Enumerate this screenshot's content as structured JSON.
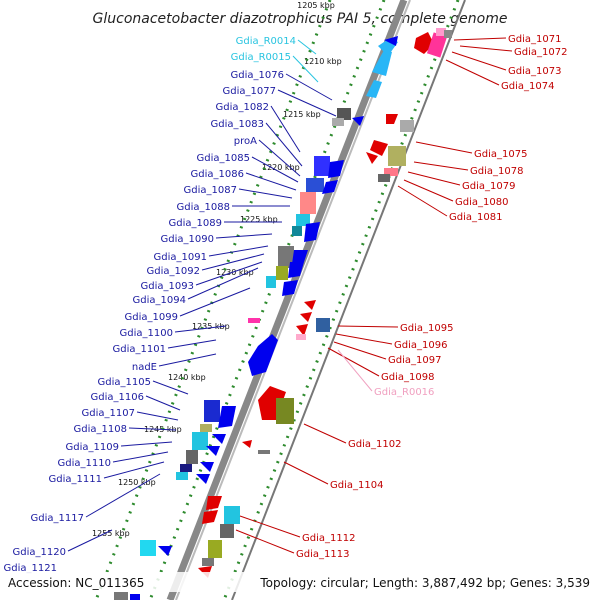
{
  "title": "Gluconacetobacter diazotrophicus PAI 5, complete genome",
  "footer": {
    "accession": "Accession: NC_011365",
    "summary": "Topology: circular; Length: 3,887,492 bp; Genes: 3,539"
  },
  "scale": [
    "1205 kbp",
    "1210 kbp",
    "1215 kbp",
    "1220 kbp",
    "1225 kbp",
    "1230 kbp",
    "1235 kbp",
    "1240 kbp",
    "1245 kbp",
    "1250 kbp",
    "1255 kbp"
  ],
  "colors": {
    "forward_label": "#1a1aa0",
    "reverse_label": "#c00000",
    "rna_label": "#28c4e0",
    "pseudo_label": "#f0a0c0",
    "backbone": "#888888",
    "tick": "#2e8b2e"
  },
  "genes_left": [
    {
      "name": "Gdia_R0014",
      "kind": "rna"
    },
    {
      "name": "Gdia_R0015",
      "kind": "rna"
    },
    {
      "name": "Gdia_1076",
      "kind": "gene"
    },
    {
      "name": "Gdia_1077",
      "kind": "gene"
    },
    {
      "name": "Gdia_1082",
      "kind": "gene"
    },
    {
      "name": "Gdia_1083",
      "kind": "gene"
    },
    {
      "name": "proA",
      "kind": "gene"
    },
    {
      "name": "Gdia_1085",
      "kind": "gene"
    },
    {
      "name": "Gdia_1086",
      "kind": "gene"
    },
    {
      "name": "Gdia_1087",
      "kind": "gene"
    },
    {
      "name": "Gdia_1088",
      "kind": "gene"
    },
    {
      "name": "Gdia_1089",
      "kind": "gene"
    },
    {
      "name": "Gdia_1090",
      "kind": "gene"
    },
    {
      "name": "Gdia_1091",
      "kind": "gene"
    },
    {
      "name": "Gdia_1092",
      "kind": "gene"
    },
    {
      "name": "Gdia_1093",
      "kind": "gene"
    },
    {
      "name": "Gdia_1094",
      "kind": "gene"
    },
    {
      "name": "Gdia_1099",
      "kind": "gene"
    },
    {
      "name": "Gdia_1100",
      "kind": "gene"
    },
    {
      "name": "Gdia_1101",
      "kind": "gene"
    },
    {
      "name": "nadE",
      "kind": "gene"
    },
    {
      "name": "Gdia_1105",
      "kind": "gene"
    },
    {
      "name": "Gdia_1106",
      "kind": "gene"
    },
    {
      "name": "Gdia_1107",
      "kind": "gene"
    },
    {
      "name": "Gdia_1108",
      "kind": "gene"
    },
    {
      "name": "Gdia_1109",
      "kind": "gene"
    },
    {
      "name": "Gdia_1110",
      "kind": "gene"
    },
    {
      "name": "Gdia_1111",
      "kind": "gene"
    },
    {
      "name": "Gdia_1117",
      "kind": "gene"
    },
    {
      "name": "Gdia_1120",
      "kind": "gene"
    },
    {
      "name": "Gdia_1121",
      "kind": "gene"
    }
  ],
  "genes_right": [
    {
      "name": "Gdia_1071",
      "kind": "gene"
    },
    {
      "name": "Gdia_1072",
      "kind": "gene"
    },
    {
      "name": "Gdia_1073",
      "kind": "gene"
    },
    {
      "name": "Gdia_1074",
      "kind": "gene"
    },
    {
      "name": "Gdia_1075",
      "kind": "gene"
    },
    {
      "name": "Gdia_1078",
      "kind": "gene"
    },
    {
      "name": "Gdia_1079",
      "kind": "gene"
    },
    {
      "name": "Gdia_1080",
      "kind": "gene"
    },
    {
      "name": "Gdia_1081",
      "kind": "gene"
    },
    {
      "name": "Gdia_1095",
      "kind": "gene"
    },
    {
      "name": "Gdia_1096",
      "kind": "gene"
    },
    {
      "name": "Gdia_1097",
      "kind": "gene"
    },
    {
      "name": "Gdia_1098",
      "kind": "gene"
    },
    {
      "name": "Gdia_R0016",
      "kind": "pseudo"
    },
    {
      "name": "Gdia_1102",
      "kind": "gene"
    },
    {
      "name": "Gdia_1104",
      "kind": "gene"
    },
    {
      "name": "Gdia_1112",
      "kind": "gene"
    },
    {
      "name": "Gdia_1113",
      "kind": "gene"
    }
  ]
}
